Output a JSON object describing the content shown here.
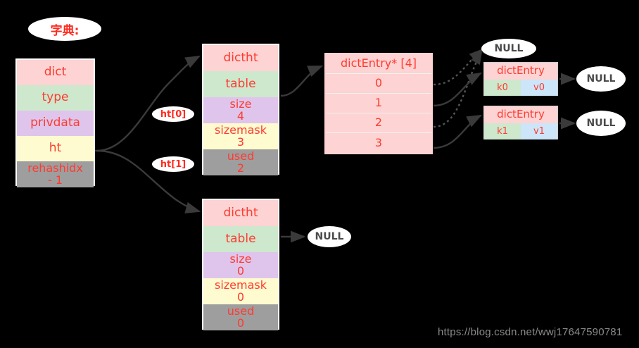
{
  "diagram": {
    "title_label": "字典:",
    "watermark": "https://blog.csdn.net/wwj17647590781",
    "colors": {
      "background": "#000000",
      "text_red": "#ff3b30",
      "text_gray": "#4a4a4a",
      "pink": "#fdd3d3",
      "green": "#cde8cd",
      "purple": "#dfc5ec",
      "yellow": "#fdfbcf",
      "gray": "#9e9e9e",
      "blue": "#cde5f9",
      "arrow": "#3a3a3a"
    }
  },
  "dict_struct": {
    "name": "dict",
    "rows": [
      {
        "label": "dict",
        "value": ""
      },
      {
        "label": "type",
        "value": ""
      },
      {
        "label": "privdata",
        "value": ""
      },
      {
        "label": "ht",
        "value": ""
      },
      {
        "label": "rehashidx",
        "value": "- 1"
      }
    ]
  },
  "pointer_labels": {
    "ht0": "ht[0]",
    "ht1": "ht[1]"
  },
  "dictht0": {
    "rows": [
      {
        "label": "dictht",
        "value": ""
      },
      {
        "label": "table",
        "value": ""
      },
      {
        "label": "size",
        "value": "4"
      },
      {
        "label": "sizemask",
        "value": "3"
      },
      {
        "label": "used",
        "value": "2"
      }
    ]
  },
  "dictht1": {
    "rows": [
      {
        "label": "dictht",
        "value": ""
      },
      {
        "label": "table",
        "value": ""
      },
      {
        "label": "size",
        "value": "0"
      },
      {
        "label": "sizemask",
        "value": "0"
      },
      {
        "label": "used",
        "value": "0"
      }
    ]
  },
  "entry_array": {
    "header": "dictEntry* [4]",
    "slots": [
      "0",
      "1",
      "2",
      "3"
    ]
  },
  "entries": [
    {
      "type": "dictEntry",
      "key": "k0",
      "value": "v0",
      "next": "NULL"
    },
    {
      "type": "dictEntry",
      "key": "k1",
      "value": "v1",
      "next": "NULL"
    }
  ],
  "nulls": {
    "slot_null": "NULL",
    "entry0_next": "NULL",
    "entry1_next": "NULL",
    "dictht1_table": "NULL"
  }
}
